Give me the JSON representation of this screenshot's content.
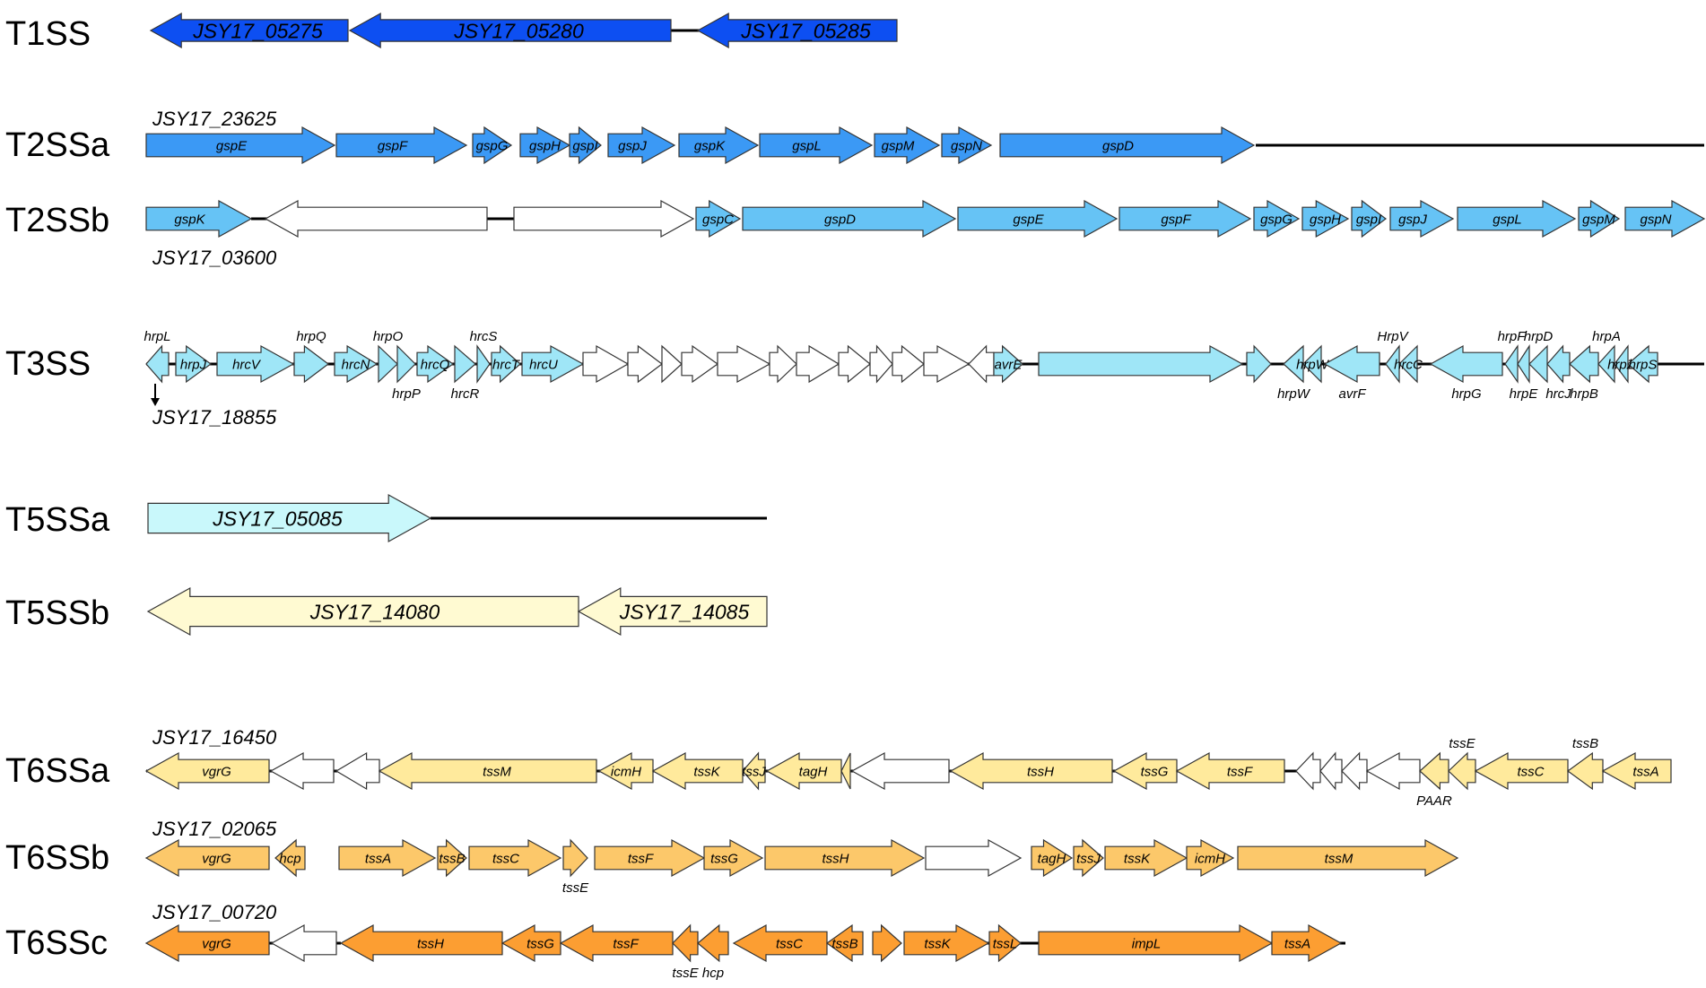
{
  "colors": {
    "T1SS": "#0D4FF2",
    "T2SSa": "#3B99F5",
    "T2SSb": "#66C3F5",
    "T3SS": "#9FE6F7",
    "T5SSa": "#C9F8FB",
    "T5SSb": "#FFFAD2",
    "T6SSa": "#FFEA9C",
    "T6SSb": "#FCC86A",
    "T6SSc": "#FC9E32",
    "empty": "#FFFFFF",
    "stroke": "#333333"
  },
  "systems": [
    {
      "id": "T1SS",
      "label": "T1SS",
      "color_key": "T1SS",
      "genes": [
        {
          "name": "JSY17_05275",
          "dir": "-",
          "fill": true,
          "label_pos": "inside",
          "large": true
        },
        {
          "name": "JSY17_05280",
          "dir": "-",
          "fill": true,
          "label_pos": "inside",
          "large": true
        },
        {
          "name": "JSY17_05285",
          "dir": "-",
          "fill": true,
          "label_pos": "inside",
          "large": true
        }
      ]
    },
    {
      "id": "T2SSa",
      "label": "T2SSa",
      "locus_tag": "JSY17_23625",
      "color_key": "T2SSa",
      "genes": [
        {
          "name": "gspE",
          "dir": "+",
          "fill": true
        },
        {
          "name": "gspF",
          "dir": "+",
          "fill": true
        },
        {
          "name": "gspG",
          "dir": "+",
          "fill": true
        },
        {
          "name": "gspH",
          "dir": "+",
          "fill": true
        },
        {
          "name": "gspI",
          "dir": "+",
          "fill": true
        },
        {
          "name": "gspJ",
          "dir": "+",
          "fill": true
        },
        {
          "name": "gspK",
          "dir": "+",
          "fill": true
        },
        {
          "name": "gspL",
          "dir": "+",
          "fill": true
        },
        {
          "name": "gspM",
          "dir": "+",
          "fill": true
        },
        {
          "name": "gspN",
          "dir": "+",
          "fill": true
        },
        {
          "name": "gspD",
          "dir": "+",
          "fill": true
        }
      ]
    },
    {
      "id": "T2SSb",
      "label": "T2SSb",
      "locus_tag": "JSY17_03600",
      "color_key": "T2SSb",
      "genes": [
        {
          "name": "gspK",
          "dir": "+",
          "fill": true
        },
        {
          "name": "",
          "dir": "-",
          "fill": false
        },
        {
          "name": "",
          "dir": "+",
          "fill": false
        },
        {
          "name": "gspC",
          "dir": "+",
          "fill": true
        },
        {
          "name": "gspD",
          "dir": "+",
          "fill": true
        },
        {
          "name": "gspE",
          "dir": "+",
          "fill": true
        },
        {
          "name": "gspF",
          "dir": "+",
          "fill": true
        },
        {
          "name": "gspG",
          "dir": "+",
          "fill": true
        },
        {
          "name": "gspH",
          "dir": "+",
          "fill": true
        },
        {
          "name": "gspI",
          "dir": "+",
          "fill": true
        },
        {
          "name": "gspJ",
          "dir": "+",
          "fill": true
        },
        {
          "name": "gspL",
          "dir": "+",
          "fill": true
        },
        {
          "name": "gspM",
          "dir": "+",
          "fill": true
        },
        {
          "name": "gspN",
          "dir": "+",
          "fill": true
        }
      ]
    },
    {
      "id": "T3SS",
      "label": "T3SS",
      "locus_tag": "JSY17_18855",
      "color_key": "T3SS",
      "genes": [
        {
          "name": "hrpL",
          "dir": "-",
          "fill": true,
          "label_pos": "above"
        },
        {
          "name": "hrpJ",
          "dir": "+",
          "fill": true
        },
        {
          "name": "hrcV",
          "dir": "+",
          "fill": true
        },
        {
          "name": "hrpQ",
          "dir": "+",
          "fill": true,
          "label_pos": "above"
        },
        {
          "name": "hrcN",
          "dir": "+",
          "fill": true
        },
        {
          "name": "hrpO",
          "dir": "+",
          "fill": true,
          "label_pos": "above"
        },
        {
          "name": "hrpP",
          "dir": "+",
          "fill": true,
          "label_pos": "below"
        },
        {
          "name": "hrcQ",
          "dir": "+",
          "fill": true
        },
        {
          "name": "hrcR",
          "dir": "+",
          "fill": true,
          "label_pos": "below"
        },
        {
          "name": "hrcS",
          "dir": "+",
          "fill": true,
          "label_pos": "above"
        },
        {
          "name": "hrcT",
          "dir": "+",
          "fill": true
        },
        {
          "name": "hrcU",
          "dir": "+",
          "fill": true
        },
        {
          "name": "",
          "dir": "+",
          "fill": false
        },
        {
          "name": "",
          "dir": "+",
          "fill": false
        },
        {
          "name": "",
          "dir": "+",
          "fill": false
        },
        {
          "name": "",
          "dir": "+",
          "fill": false
        },
        {
          "name": "",
          "dir": "+",
          "fill": false
        },
        {
          "name": "",
          "dir": "+",
          "fill": false
        },
        {
          "name": "",
          "dir": "+",
          "fill": false
        },
        {
          "name": "",
          "dir": "+",
          "fill": false
        },
        {
          "name": "",
          "dir": "+",
          "fill": false
        },
        {
          "name": "",
          "dir": "+",
          "fill": false
        },
        {
          "name": "",
          "dir": "+",
          "fill": false
        },
        {
          "name": "",
          "dir": "-",
          "fill": false
        },
        {
          "name": "avrE",
          "dir": "+",
          "fill": true
        },
        {
          "name": "",
          "dir": "+",
          "fill": true
        },
        {
          "name": "",
          "dir": "+",
          "fill": true
        },
        {
          "name": "hrpW",
          "dir": "-",
          "fill": true,
          "label_pos": "below"
        },
        {
          "name": "hrpW",
          "dir": "-",
          "fill": true
        },
        {
          "name": "avrF",
          "dir": "-",
          "fill": true,
          "label_pos": "below"
        },
        {
          "name": "HrpV",
          "dir": "-",
          "fill": true,
          "label_pos": "above"
        },
        {
          "name": "hrcC",
          "dir": "-",
          "fill": true
        },
        {
          "name": "hrpG",
          "dir": "-",
          "fill": true,
          "label_pos": "below"
        },
        {
          "name": "hrpF",
          "dir": "-",
          "fill": true,
          "label_pos": "above"
        },
        {
          "name": "hrpE",
          "dir": "-",
          "fill": true,
          "label_pos": "below"
        },
        {
          "name": "hrpD",
          "dir": "-",
          "fill": true,
          "label_pos": "above"
        },
        {
          "name": "hrcJ",
          "dir": "-",
          "fill": true,
          "label_pos": "below"
        },
        {
          "name": "hrpB",
          "dir": "-",
          "fill": true,
          "label_pos": "below"
        },
        {
          "name": "hrpA",
          "dir": "-",
          "fill": true,
          "label_pos": "above"
        },
        {
          "name": "hrpZ",
          "dir": "-",
          "fill": true
        },
        {
          "name": "hrpS",
          "dir": "-",
          "fill": true
        }
      ]
    },
    {
      "id": "T5SSa",
      "label": "T5SSa",
      "color_key": "T5SSa",
      "genes": [
        {
          "name": "JSY17_05085",
          "dir": "+",
          "fill": true,
          "label_pos": "inside",
          "large": true
        }
      ]
    },
    {
      "id": "T5SSb",
      "label": "T5SSb",
      "color_key": "T5SSb",
      "genes": [
        {
          "name": "JSY17_14080",
          "dir": "-",
          "fill": true,
          "label_pos": "inside",
          "large": true
        },
        {
          "name": "JSY17_14085",
          "dir": "-",
          "fill": true,
          "label_pos": "inside",
          "large": true
        }
      ]
    },
    {
      "id": "T6SSa",
      "label": "T6SSa",
      "locus_tag": "JSY17_16450",
      "color_key": "T6SSa",
      "genes": [
        {
          "name": "vgrG",
          "dir": "-",
          "fill": true
        },
        {
          "name": "",
          "dir": "-",
          "fill": false
        },
        {
          "name": "",
          "dir": "-",
          "fill": false
        },
        {
          "name": "tssM",
          "dir": "-",
          "fill": true
        },
        {
          "name": "icmH",
          "dir": "-",
          "fill": true
        },
        {
          "name": "tssK",
          "dir": "-",
          "fill": true
        },
        {
          "name": "tssJ",
          "dir": "-",
          "fill": true
        },
        {
          "name": "tagH",
          "dir": "-",
          "fill": true
        },
        {
          "name": "",
          "dir": "-",
          "fill": true
        },
        {
          "name": "",
          "dir": "-",
          "fill": false
        },
        {
          "name": "tssH",
          "dir": "-",
          "fill": true
        },
        {
          "name": "tssG",
          "dir": "-",
          "fill": true
        },
        {
          "name": "tssF",
          "dir": "-",
          "fill": true
        },
        {
          "name": "",
          "dir": "-",
          "fill": false
        },
        {
          "name": "",
          "dir": "-",
          "fill": false
        },
        {
          "name": "",
          "dir": "-",
          "fill": false
        },
        {
          "name": "",
          "dir": "-",
          "fill": false
        },
        {
          "name": "PAAR",
          "dir": "-",
          "fill": true,
          "label_pos": "below"
        },
        {
          "name": "tssE",
          "dir": "-",
          "fill": true,
          "label_pos": "above"
        },
        {
          "name": "tssC",
          "dir": "-",
          "fill": true
        },
        {
          "name": "tssB",
          "dir": "-",
          "fill": true,
          "label_pos": "above"
        },
        {
          "name": "tssA",
          "dir": "-",
          "fill": true
        }
      ]
    },
    {
      "id": "T6SSb",
      "label": "T6SSb",
      "locus_tag": "JSY17_02065",
      "color_key": "T6SSb",
      "genes": [
        {
          "name": "vgrG",
          "dir": "-",
          "fill": true
        },
        {
          "name": "hcp",
          "dir": "-",
          "fill": true
        },
        {
          "name": "tssA",
          "dir": "+",
          "fill": true
        },
        {
          "name": "tssB",
          "dir": "+",
          "fill": true
        },
        {
          "name": "tssC",
          "dir": "+",
          "fill": true
        },
        {
          "name": "tssE",
          "dir": "+",
          "fill": true,
          "label_pos": "below"
        },
        {
          "name": "tssF",
          "dir": "+",
          "fill": true
        },
        {
          "name": "tssG",
          "dir": "+",
          "fill": true
        },
        {
          "name": "tssH",
          "dir": "+",
          "fill": true
        },
        {
          "name": "",
          "dir": "+",
          "fill": false
        },
        {
          "name": "tagH",
          "dir": "+",
          "fill": true
        },
        {
          "name": "tssJ",
          "dir": "+",
          "fill": true
        },
        {
          "name": "tssK",
          "dir": "+",
          "fill": true
        },
        {
          "name": "icmH",
          "dir": "+",
          "fill": true
        },
        {
          "name": "tssM",
          "dir": "+",
          "fill": true
        }
      ]
    },
    {
      "id": "T6SSc",
      "label": "T6SSc",
      "locus_tag": "JSY17_00720",
      "color_key": "T6SSc",
      "genes": [
        {
          "name": "vgrG",
          "dir": "-",
          "fill": true
        },
        {
          "name": "",
          "dir": "-",
          "fill": false
        },
        {
          "name": "tssH",
          "dir": "-",
          "fill": true
        },
        {
          "name": "tssG",
          "dir": "-",
          "fill": true
        },
        {
          "name": "tssF",
          "dir": "-",
          "fill": true
        },
        {
          "name": "tssE",
          "dir": "-",
          "fill": true,
          "label_pos": "below"
        },
        {
          "name": "hcp",
          "dir": "-",
          "fill": true,
          "label_pos": "below"
        },
        {
          "name": "tssC",
          "dir": "-",
          "fill": true
        },
        {
          "name": "tssB",
          "dir": "-",
          "fill": true
        },
        {
          "name": "",
          "dir": "+",
          "fill": true
        },
        {
          "name": "tssK",
          "dir": "+",
          "fill": true
        },
        {
          "name": "tssL",
          "dir": "+",
          "fill": true
        },
        {
          "name": "impL",
          "dir": "+",
          "fill": true
        },
        {
          "name": "tssA",
          "dir": "+",
          "fill": true
        }
      ]
    }
  ]
}
